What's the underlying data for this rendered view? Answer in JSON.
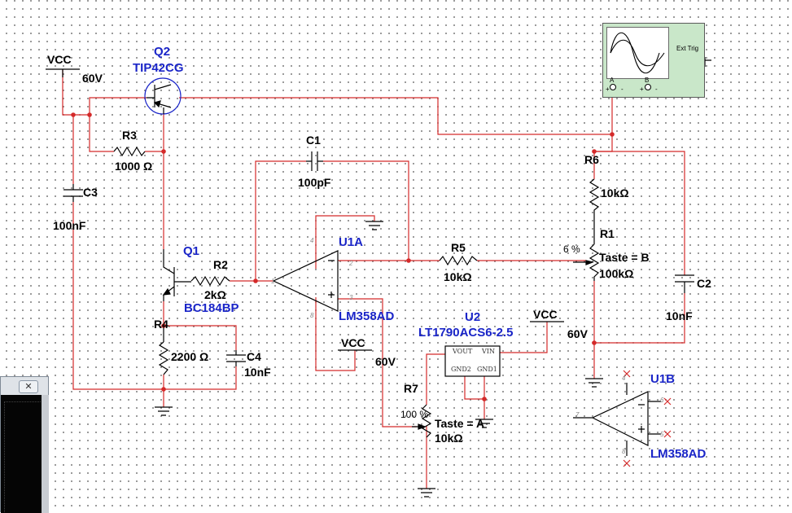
{
  "components": {
    "vcc_left": {
      "name": "VCC",
      "value": "60V"
    },
    "q2": {
      "ref": "Q2",
      "part": "TIP42CG"
    },
    "r3": {
      "ref": "R3",
      "value": "1000 Ω"
    },
    "c3": {
      "ref": "C3",
      "value": "100nF"
    },
    "c1": {
      "ref": "C1",
      "value": "100pF"
    },
    "q1": {
      "ref": "Q1",
      "part": "BC184BP"
    },
    "r2": {
      "ref": "R2",
      "value": "2kΩ"
    },
    "r4": {
      "ref": "R4",
      "value": "2200 Ω"
    },
    "c4": {
      "ref": "C4",
      "value": "10nF"
    },
    "u1a": {
      "ref": "U1A",
      "part": "LM358AD",
      "pin4": "4",
      "pin8": "8",
      "pin1": "1",
      "pin2": "2",
      "pin3": "3"
    },
    "vcc_u1": {
      "name": "VCC",
      "value": "60V"
    },
    "r5": {
      "ref": "R5",
      "value": "10kΩ"
    },
    "r6": {
      "ref": "R6",
      "value": "10kΩ"
    },
    "r1": {
      "ref": "R1",
      "key": "Taste = B",
      "value": "100kΩ",
      "percent": "6 %"
    },
    "c2": {
      "ref": "C2",
      "value": "10nF"
    },
    "vcc_right": {
      "name": "VCC",
      "value": "60V"
    },
    "u2": {
      "ref": "U2",
      "part": "LT1790ACS6-2.5",
      "pin_vout": "VOUT",
      "pin_vin": "VIN",
      "pin_gnd2": "GND2",
      "pin_gnd1": "GND1"
    },
    "r7": {
      "ref": "R7",
      "key": "Taste = A",
      "value": "10kΩ",
      "percent": "100 %"
    },
    "u1b": {
      "ref": "U1B",
      "part": "LM358AD",
      "pin4": "4",
      "pin6": "6",
      "pin7": "7",
      "pin5": "5",
      "pin8": "8"
    }
  },
  "oscilloscope": {
    "ext_trig": "Ext Trig",
    "channel_a": "A",
    "channel_b": "B",
    "plus": "+",
    "minus": "-"
  },
  "window": {
    "close": "✕"
  },
  "colors": {
    "wire": "#d42a2a",
    "component": "#000000",
    "label_blue": "#1a25c8",
    "scope_body": "#c9e7c9",
    "ground": "#000000"
  }
}
